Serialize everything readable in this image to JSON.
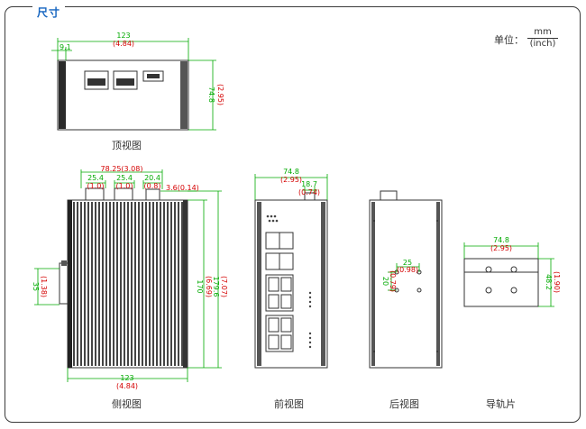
{
  "header": {
    "title": "尺寸"
  },
  "unit_legend": {
    "label": "单位：",
    "numerator": "mm",
    "denominator": "(inch)"
  },
  "views": {
    "top": {
      "caption": "顶视图",
      "dims": {
        "width_mm": "123",
        "width_in": "(4.84)",
        "offset_mm": "9.1",
        "depth_mm": "74.8",
        "depth_in": "(2.95)"
      }
    },
    "side": {
      "caption": "侧视图",
      "dims": {
        "span_top": "78.25(3.08)",
        "conn1_mm": "25.4",
        "conn1_in": "(1.0)",
        "conn2_mm": "25.4",
        "conn2_in": "(1.0)",
        "conn3_mm": "20.4",
        "conn3_in": "(0.8)",
        "edge": "3.6(0.14)",
        "bottom_mm": "123",
        "bottom_in": "(4.84)",
        "rail_mm": "35",
        "rail_in": "(1.38)",
        "h1_mm": "170",
        "h1_in": "(6.69)",
        "h2_mm": "179.6",
        "h2_in": "(7.07)"
      }
    },
    "front": {
      "caption": "前视图",
      "dims": {
        "width_mm": "74.8",
        "width_in": "(2.95)",
        "conn_mm": "18.7",
        "conn_in": "(0.74)"
      }
    },
    "rear": {
      "caption": "后视图",
      "dims": {
        "hole_w_mm": "25",
        "hole_w_in": "(0.98)",
        "hole_h_mm": "20",
        "hole_h_in": "(0.79)"
      }
    },
    "rail": {
      "caption": "导轨片",
      "dims": {
        "width_mm": "74.8",
        "width_in": "(2.95)",
        "height_mm": "48.2",
        "height_in": "(1.90)"
      }
    }
  },
  "colors": {
    "dimension": "#00aa00",
    "value": "#d40000",
    "outline": "#333333",
    "header": "#1565c0"
  }
}
